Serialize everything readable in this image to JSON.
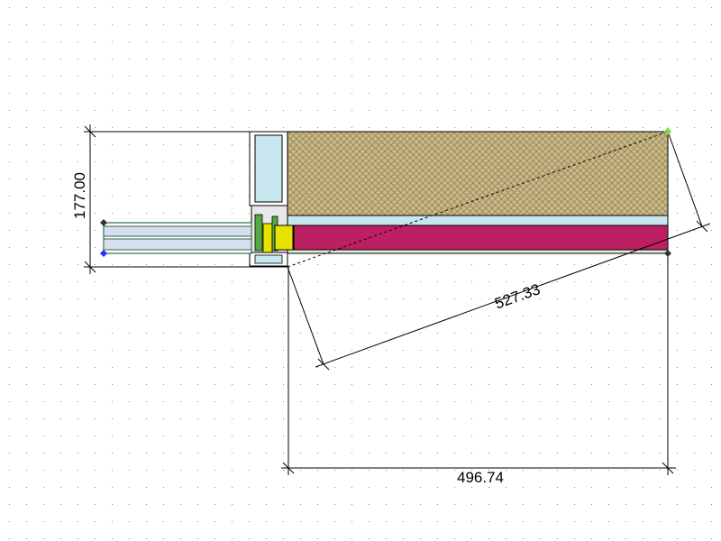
{
  "drawing": {
    "dimensions": {
      "height": "177.00",
      "diagonal": "527.33",
      "width": "496.74"
    }
  },
  "colors": {
    "grid_dot": "#e26060",
    "line": "#000000",
    "insulation_fill": "#c9b985",
    "insulation_hatch": "#8a7a55",
    "board_fill": "#bc1f62",
    "light_blue_layer": "#c8e6ee",
    "glass_fill": "#d7def0",
    "glass_line": "#2e6b42",
    "connector_yellow": "#e6e200",
    "connector_green": "#58a842",
    "handle_green": "#7fdc3a",
    "handle_blue": "#2030ff"
  }
}
